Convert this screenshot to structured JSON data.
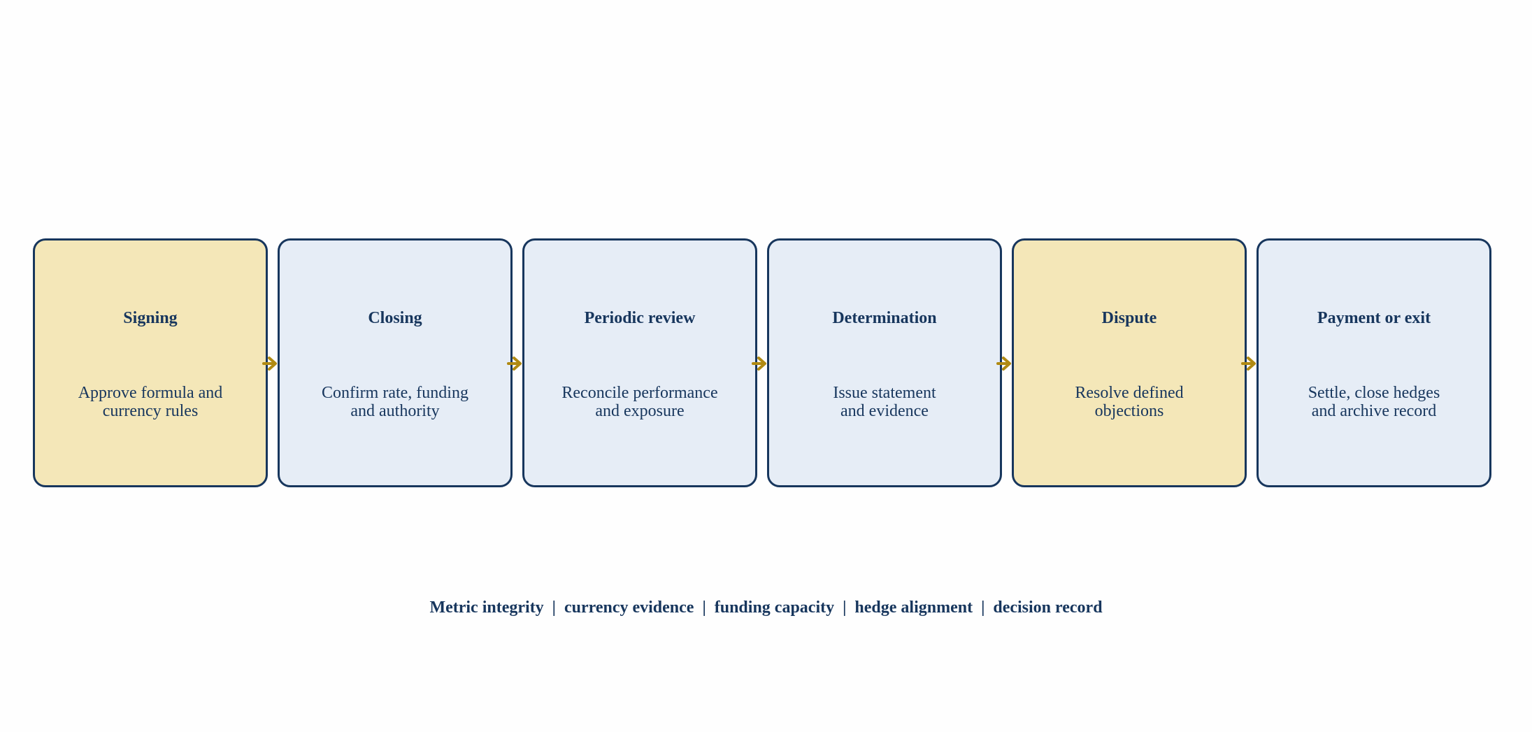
{
  "colors": {
    "ink": "#17365d",
    "highlight_fill": "#f4e7b8",
    "default_fill": "#e6edf6",
    "arrow": "#b08a12",
    "background": "#fefefe"
  },
  "steps": [
    {
      "title": "Signing",
      "description": "Approve formula and\ncurrency rules",
      "highlighted": true
    },
    {
      "title": "Closing",
      "description": "Confirm rate, funding\nand authority",
      "highlighted": false
    },
    {
      "title": "Periodic review",
      "description": "Reconcile performance\nand exposure",
      "highlighted": false
    },
    {
      "title": "Determination",
      "description": "Issue statement\nand evidence",
      "highlighted": false
    },
    {
      "title": "Dispute",
      "description": "Resolve defined\nobjections",
      "highlighted": true
    },
    {
      "title": "Payment or exit",
      "description": "Settle, close hedges\nand archive record",
      "highlighted": false
    }
  ],
  "connector_icon": "arrow-right-icon",
  "footer": {
    "text": "Metric integrity  |  currency evidence  |  funding capacity  |  hedge alignment  |  decision record"
  }
}
